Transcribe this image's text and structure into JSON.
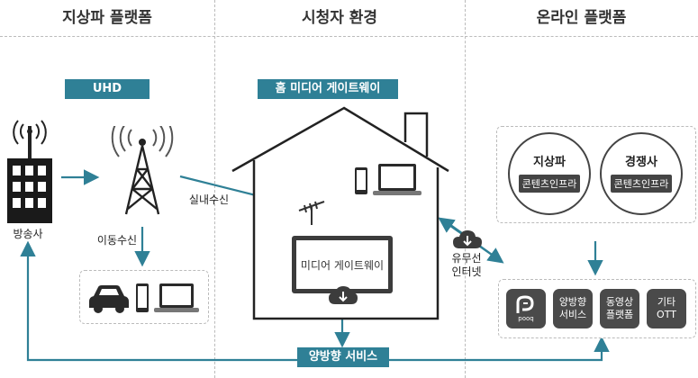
{
  "headers": [
    "지상파 플랫폼",
    "시청자 환경",
    "온라인 플랫폼"
  ],
  "terrestrial": {
    "uhd_label": "UHD",
    "broadcaster_label": "방송사",
    "mobile_label": "이동수신"
  },
  "viewer": {
    "gateway_title": "홈 미디어 게이트웨이",
    "indoor_label": "실내수신",
    "tv_label": "미디어 게이트웨이",
    "interactive_label": "양방향 서비스"
  },
  "online": {
    "wired_label": "유무선\n인터넷",
    "circles": [
      {
        "title": "지상파",
        "tag": "콘텐츠인프라"
      },
      {
        "title": "경쟁사",
        "tag": "콘텐츠인프라"
      }
    ],
    "pooq_label": "pooq",
    "services": [
      "양방향\n서비스",
      "동영상\n플랫폼",
      "기타\nOTT"
    ]
  },
  "colors": {
    "accent": "#2f8096",
    "dark": "#3c3c3c"
  }
}
